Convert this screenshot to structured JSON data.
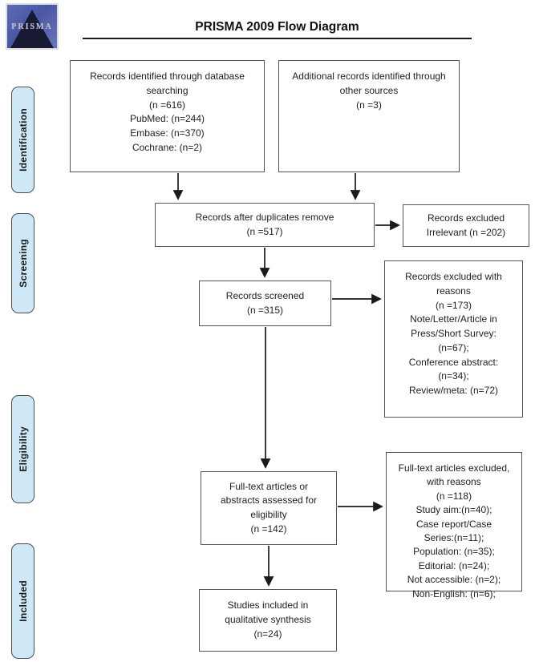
{
  "header": {
    "title": "PRISMA 2009 Flow Diagram",
    "logo_text": "PRISMA"
  },
  "sidebar": {
    "stages": [
      {
        "label": "Identification"
      },
      {
        "label": "Screening"
      },
      {
        "label": "Eligibility"
      },
      {
        "label": "Included"
      }
    ]
  },
  "flow": {
    "records_db": "Records identified through database\nsearching\n(n =616)\nPubMed: (n=244)\nEmbase: (n=370)\nCochrane: (n=2)",
    "records_other": "Additional records identified through\nother sources\n(n =3)",
    "duplicates": "Records after duplicates remove\n(n =517)",
    "excluded_irrelevant": "Records excluded\nIrrelevant (n =202)",
    "screened": "Records screened\n(n =315)",
    "excluded_reasons": "Records excluded with\nreasons\n(n =173)\nNote/Letter/Article in\nPress/Short Survey:\n(n=67);\nConference abstract:\n(n=34);\nReview/meta: (n=72)",
    "fulltext": "Full-text articles or\nabstracts assessed for\neligibility\n(n =142)",
    "fulltext_excluded": "Full-text articles excluded,\nwith reasons\n(n =118)\nStudy aim:(n=40);\nCase report/Case\nSeries:(n=11);\nPopulation: (n=35);\nEditorial: (n=24);\nNot accessible: (n=2);\nNon-English: (n=6);",
    "included": "Studies included in\nqualitative synthesis\n(n=24)"
  },
  "colors": {
    "stage_fill": "#cfe8f8",
    "box_border": "#555555",
    "arrow": "#1a1a1a",
    "logo_blue": "#4a58a4",
    "logo_triangle": "#181a33"
  }
}
